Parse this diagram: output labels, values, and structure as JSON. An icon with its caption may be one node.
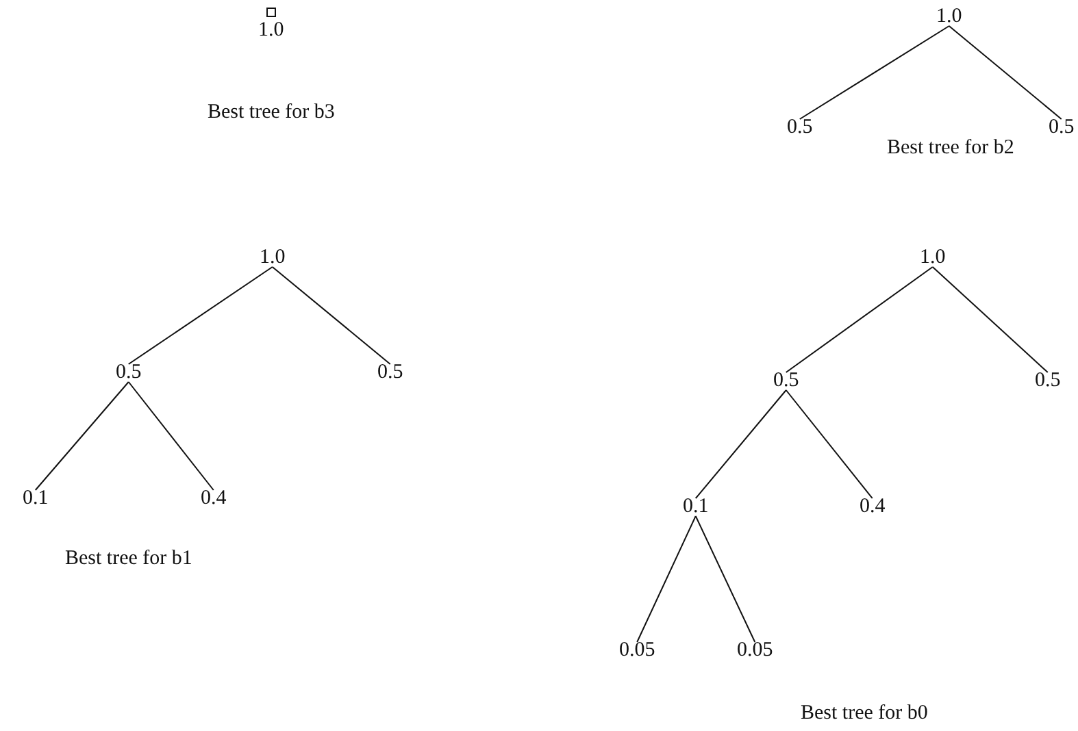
{
  "diagram": {
    "nodes": [
      {
        "text": [
          "1.0"
        ]
      },
      {
        "text": [
          "1.0"
        ]
      },
      {
        "text": [
          "0.5"
        ]
      },
      {
        "text": [
          "0.5"
        ]
      },
      {
        "text": [
          "1.0"
        ]
      },
      {
        "text": [
          "0.5"
        ]
      },
      {
        "text": [
          "0.5"
        ]
      },
      {
        "text": [
          "0.1"
        ]
      },
      {
        "text": [
          "0.4"
        ]
      },
      {
        "text": [
          "1.0"
        ]
      },
      {
        "text": [
          "0.5"
        ]
      },
      {
        "text": [
          "0.5"
        ]
      },
      {
        "text": [
          "0.1"
        ]
      },
      {
        "text": [
          "0.4"
        ]
      },
      {
        "text": [
          "0.05"
        ]
      },
      {
        "text": [
          "0.05"
        ]
      }
    ],
    "edges": [
      {
        "from": 1,
        "to": 2,
        "arrow": "none"
      },
      {
        "from": 1,
        "to": 3,
        "arrow": "none"
      },
      {
        "from": 4,
        "to": 5,
        "arrow": "none"
      },
      {
        "from": 4,
        "to": 6,
        "arrow": "none"
      },
      {
        "from": 5,
        "to": 7,
        "arrow": "none"
      },
      {
        "from": 5,
        "to": 8,
        "arrow": "none"
      },
      {
        "from": 9,
        "to": 10,
        "arrow": "none"
      },
      {
        "from": 9,
        "to": 11,
        "arrow": "none"
      },
      {
        "from": 10,
        "to": 12,
        "arrow": "none"
      },
      {
        "from": 10,
        "to": 13,
        "arrow": "none"
      },
      {
        "from": 12,
        "to": 14,
        "arrow": "none"
      },
      {
        "from": 12,
        "to": 15,
        "arrow": "none"
      }
    ],
    "labels": [
      "Best tree for b3",
      "Best tree for b2",
      "Best tree for b1",
      "Best tree for b0"
    ]
  }
}
